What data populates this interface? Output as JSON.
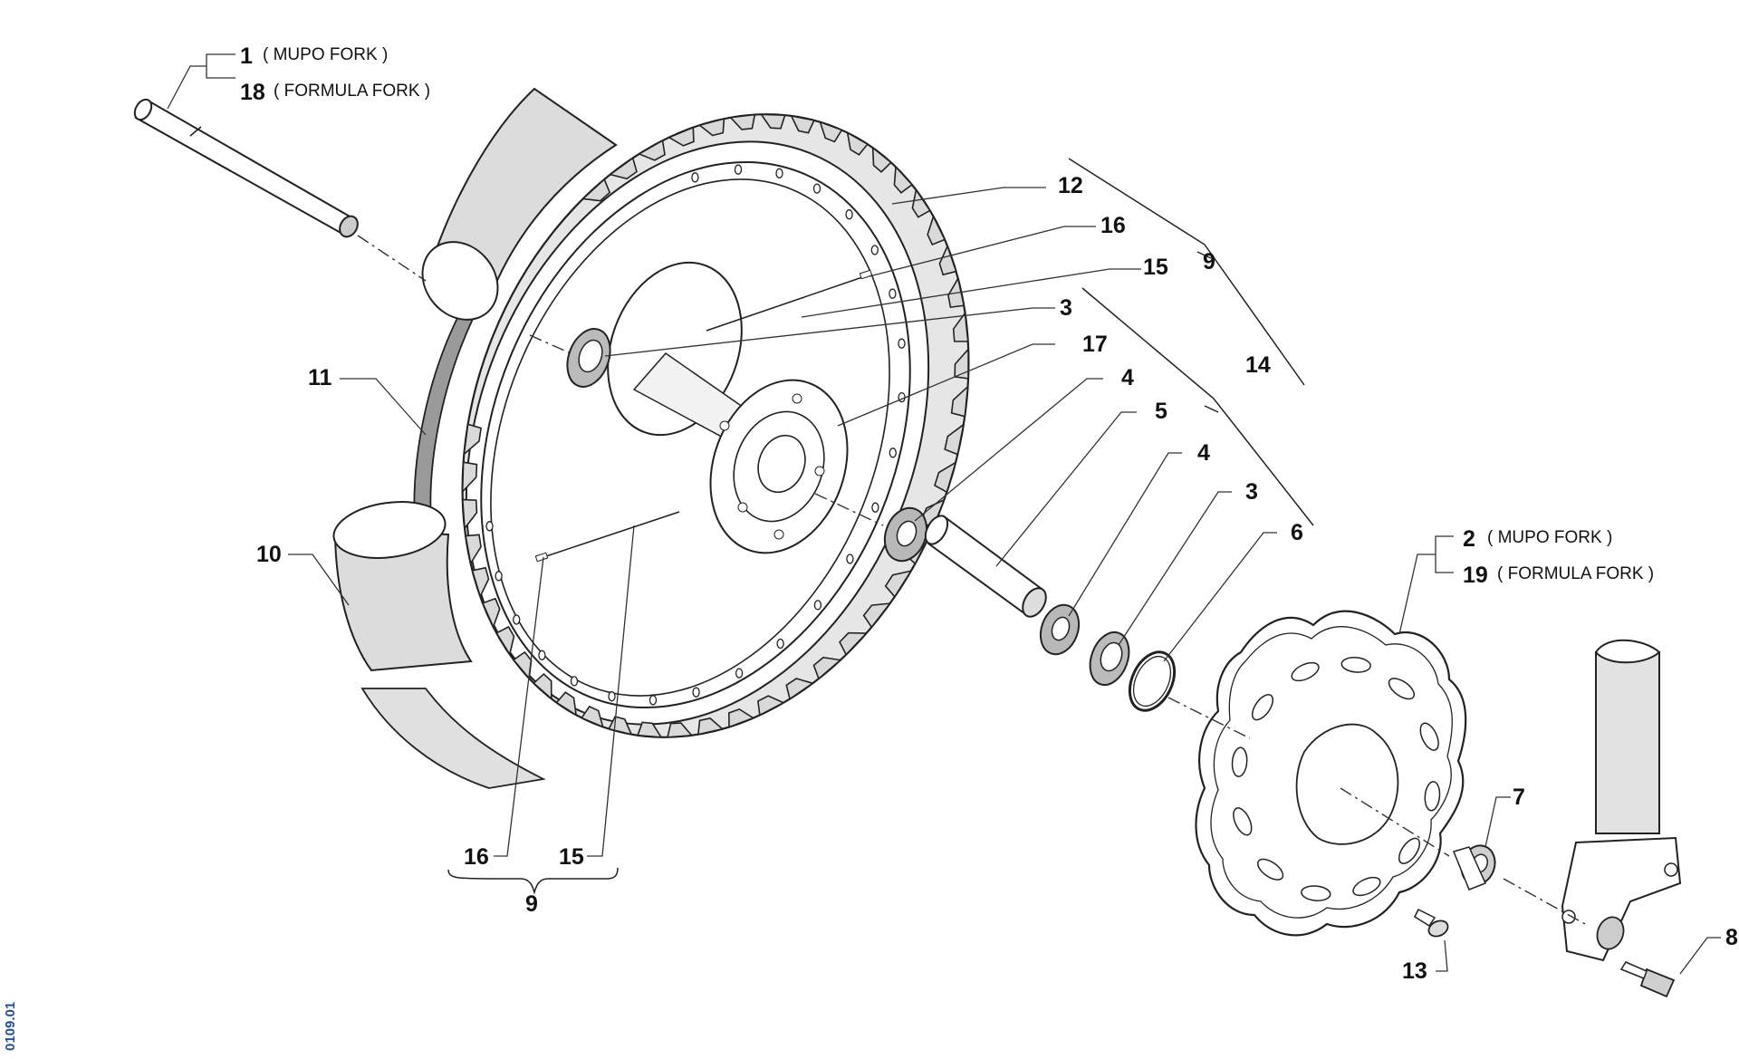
{
  "diagram": {
    "code": "0109.01",
    "callouts": [
      {
        "id": "c1",
        "number": "1",
        "note": "( MUPO FORK )"
      },
      {
        "id": "c18",
        "number": "18",
        "note": "( FORMULA FORK )"
      },
      {
        "id": "c12",
        "number": "12"
      },
      {
        "id": "c16a",
        "number": "16"
      },
      {
        "id": "c15a",
        "number": "15"
      },
      {
        "id": "c9a",
        "number": "9"
      },
      {
        "id": "c3a",
        "number": "3"
      },
      {
        "id": "c17",
        "number": "17"
      },
      {
        "id": "c14",
        "number": "14"
      },
      {
        "id": "c11",
        "number": "11"
      },
      {
        "id": "c4a",
        "number": "4"
      },
      {
        "id": "c5",
        "number": "5"
      },
      {
        "id": "c4b",
        "number": "4"
      },
      {
        "id": "c3b",
        "number": "3"
      },
      {
        "id": "c6",
        "number": "6"
      },
      {
        "id": "c10",
        "number": "10"
      },
      {
        "id": "c2",
        "number": "2",
        "note": "( MUPO FORK )"
      },
      {
        "id": "c19",
        "number": "19",
        "note": "( FORMULA FORK )"
      },
      {
        "id": "c7",
        "number": "7"
      },
      {
        "id": "c16b",
        "number": "16"
      },
      {
        "id": "c15b",
        "number": "15"
      },
      {
        "id": "c9b",
        "number": "9"
      },
      {
        "id": "c13",
        "number": "13"
      },
      {
        "id": "c8",
        "number": "8"
      }
    ]
  }
}
